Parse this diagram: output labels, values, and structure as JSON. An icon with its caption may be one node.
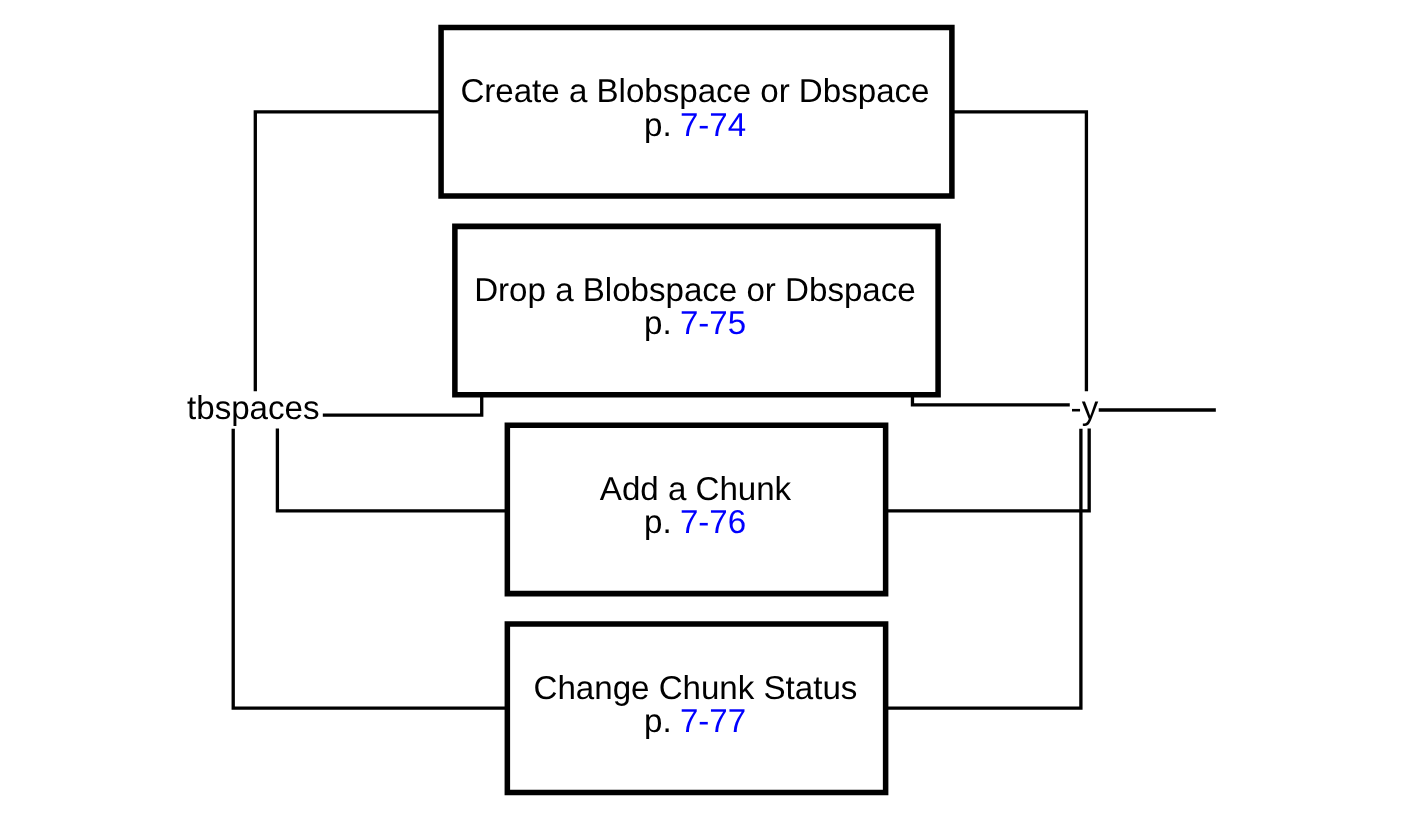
{
  "diagram": {
    "nodes": [
      {
        "text": [
          "tbspaces"
        ]
      },
      {
        "text": [
          "Create a Blobspace or Dbspace",
          "p. 7-74"
        ]
      },
      {
        "text": [
          "Drop a Blobspace or Dbspace",
          "p. 7-75"
        ]
      },
      {
        "text": [
          "Add a Chunk",
          "p. 7-76"
        ]
      },
      {
        "text": [
          "Change Chunk Status",
          "p. 7-77"
        ]
      },
      {
        "text": [
          "-y"
        ]
      }
    ],
    "edges": [
      {
        "from": 0,
        "to": 1,
        "arrow": "none"
      },
      {
        "from": 0,
        "to": 2,
        "arrow": "none"
      },
      {
        "from": 0,
        "to": 3,
        "arrow": "none"
      },
      {
        "from": 0,
        "to": 4,
        "arrow": "none"
      },
      {
        "from": 1,
        "to": 5,
        "arrow": "none"
      },
      {
        "from": 2,
        "to": 5,
        "arrow": "none"
      },
      {
        "from": 3,
        "to": 5,
        "arrow": "none"
      },
      {
        "from": 4,
        "to": 5,
        "arrow": "none"
      },
      {
        "from": 5,
        "to": null,
        "arrow": "none"
      }
    ]
  }
}
